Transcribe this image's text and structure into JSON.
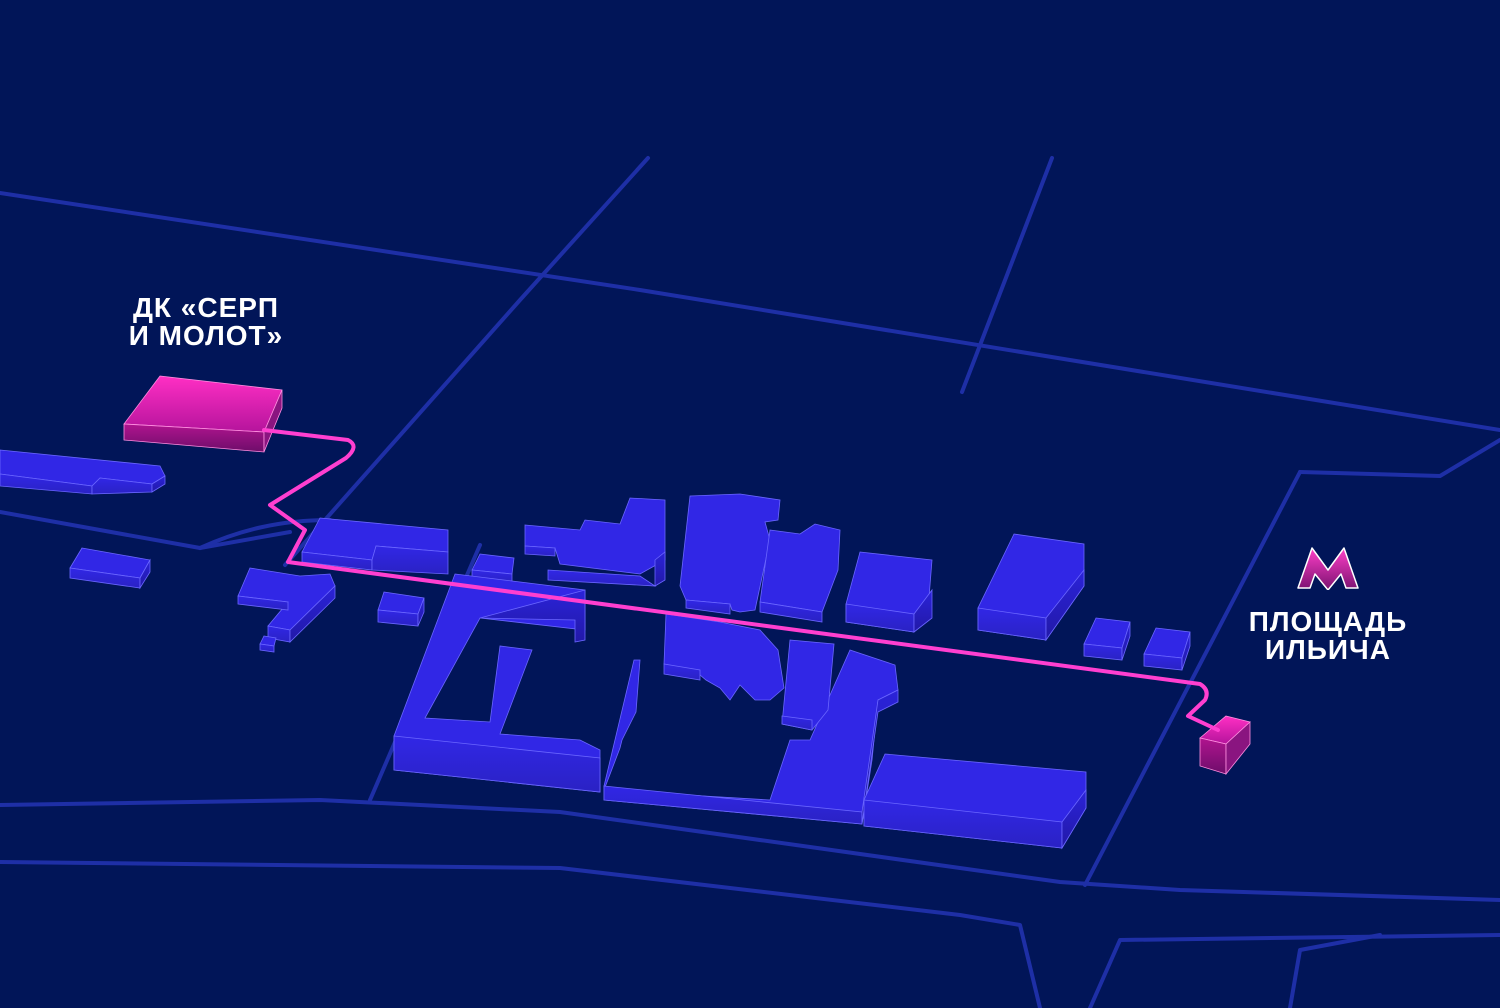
{
  "places": {
    "venue": {
      "line1": "ДК «СЕРП",
      "line2": "И МОЛОТ»"
    },
    "station": {
      "line1": "ПЛОЩАДЬ",
      "line2": "ИЛЬИЧА",
      "icon": "metro-m-icon"
    }
  },
  "colors": {
    "background": "#011558",
    "road": "#1e2fa6",
    "building": "#3127e6",
    "route": "#ff3fd0",
    "highlight": "#d01ea8"
  }
}
